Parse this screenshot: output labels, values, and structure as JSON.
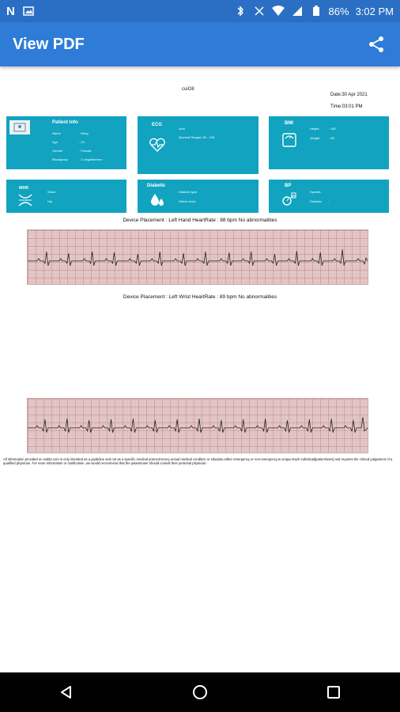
{
  "status_bar": {
    "battery": "86%",
    "time": "3:02 PM"
  },
  "app_bar": {
    "title": "View PDF"
  },
  "document": {
    "title": "cuiO8",
    "date": "Date:30 Apr 2021",
    "time": "Time:03:01 PM",
    "cards": {
      "patient_info": {
        "title": "Patient Info",
        "fields": [
          {
            "label": "Name",
            "value": ": Bincy"
          },
          {
            "label": "Age",
            "value": ": 23"
          },
          {
            "label": "Gender",
            "value": ": Female"
          },
          {
            "label": "Bloodgroup",
            "value": ": O-negative/neo"
          }
        ]
      },
      "ecg": {
        "title": "ECG",
        "line1": "Avto",
        "line2": "(Normal Range): 60 - 100"
      },
      "bmi": {
        "title": "BMI",
        "fields": [
          {
            "label": "Height",
            "value": ": 162"
          },
          {
            "label": "Weight",
            "value": ": 55"
          }
        ]
      },
      "whr": {
        "title": "WHR",
        "fields": [
          {
            "label": "Waist",
            "value": ":"
          },
          {
            "label": "Hip",
            "value": ":"
          }
        ]
      },
      "diabetic": {
        "title": "Diabetic",
        "fields": [
          {
            "label": "Diabetic type",
            "value": ""
          },
          {
            "label": "HbA1c level",
            "value": ":"
          }
        ]
      },
      "bp": {
        "title": "BP",
        "fields": [
          {
            "label": "Systolic",
            "value": ":"
          },
          {
            "label": "Diastolic",
            "value": ":"
          }
        ]
      }
    },
    "strip1_caption": "Device Placement : Left Hand    HeartRate :    88 bpm  No abnormalities",
    "strip2_caption": "Device Placement : Left Wrist    HeartRate :    89 bpm  No abnormalities",
    "disclaimer": "All information provided on ewbl2.com is only intended as a guideline and not as a specific medical protocol.Every actual medical condition or situation,either emergency or non-emergency,is unique.Each individual[patient/user] and requires the clinical judgement of a qualified physician. For more information or clarification ,we would recommend that the patient/user should consult their personal physician"
  },
  "icons": {
    "share": "share-icon",
    "back": "back-triangle-icon",
    "home": "home-circle-icon",
    "recents": "recents-square-icon"
  }
}
